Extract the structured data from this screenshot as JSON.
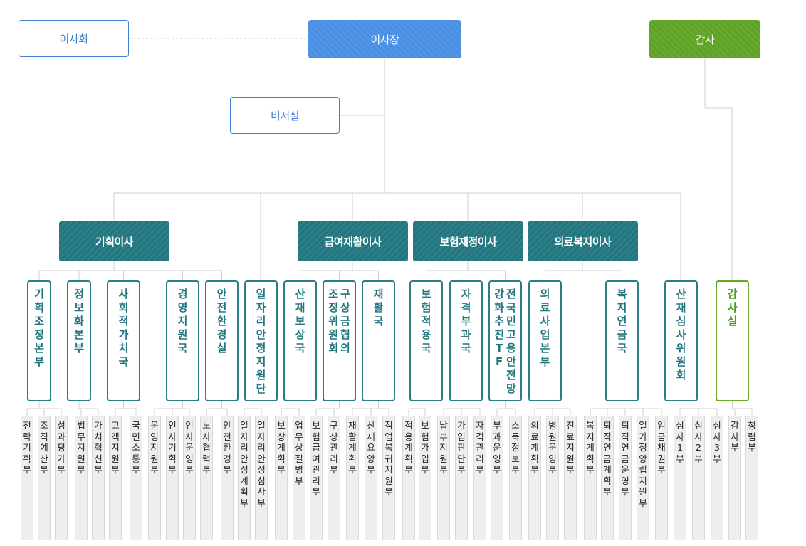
{
  "top": {
    "board": "이사회",
    "chairman": "이사장",
    "auditor": "감사",
    "secretariat": "비서실"
  },
  "directors": [
    "기획이사",
    "급여재활이사",
    "보험재정이사",
    "의료복지이사"
  ],
  "departments": [
    {
      "name": "기획조정본부",
      "leaves": [
        "전략기획부",
        "조직예산부",
        "성과평가부"
      ]
    },
    {
      "name": "정보화본부",
      "leaves": [
        "법무지원부",
        "가치혁신부"
      ]
    },
    {
      "name": "사회적가치국",
      "leaves": [
        "고객지원부",
        "국민소통부"
      ]
    },
    {
      "name": "경영지원국",
      "leaves": [
        "운영지원부",
        "인사기획부",
        "인사운영부"
      ]
    },
    {
      "name": "안전환경실",
      "leaves": [
        "노사협력부",
        "안전환경부"
      ]
    },
    {
      "name": "일자리안정지원단",
      "leaves": [
        "일자리안정계획부",
        "일자리안정심사부"
      ]
    },
    {
      "name": "산재보상국",
      "leaves": [
        "보상계획부",
        "업무상질병부"
      ]
    },
    {
      "name": "조구정상위금원협회의",
      "columns": [
        "조정위원회",
        "구상금협의"
      ],
      "leaves": [
        "보험급여관리부",
        "구상관리부"
      ]
    },
    {
      "name": "재활국",
      "leaves": [
        "재활계획부",
        "산재요양부",
        "직업복귀지원부"
      ]
    },
    {
      "name": "보험적용국",
      "leaves": [
        "적용계획부",
        "보험가입부"
      ]
    },
    {
      "name": "자격부과국",
      "leaves": [
        "납부지원부",
        "가입판단부",
        "자격관리부"
      ]
    },
    {
      "name": "강전화국추민진고TF용안전망",
      "columns": [
        "강화추진TF",
        "전국민고용안전망"
      ],
      "leaves": [
        "부과운영부",
        "소득정보부"
      ]
    },
    {
      "name": "의료사업본부",
      "leaves": [
        "의료계획부",
        "병원운영부",
        "진료지원부"
      ]
    },
    {
      "name": "복지연금국",
      "leaves": [
        "복지계획부",
        "퇴직연금계획부",
        "퇴직연금운영부",
        "일가정양립지원부",
        "임금채권부"
      ]
    },
    {
      "name": "산재심사위원회",
      "leaves": [
        "심사1부",
        "심사2부",
        "심사3부"
      ]
    },
    {
      "name": "감사실",
      "leaves": [
        "감사부",
        "청렴부"
      ]
    }
  ],
  "colors": {
    "primary_blue": "#4a8fe3",
    "outline_blue": "#3f7fd2",
    "teal": "#22767f",
    "green": "#5fa324",
    "leaf_bg": "#eeeeee"
  }
}
